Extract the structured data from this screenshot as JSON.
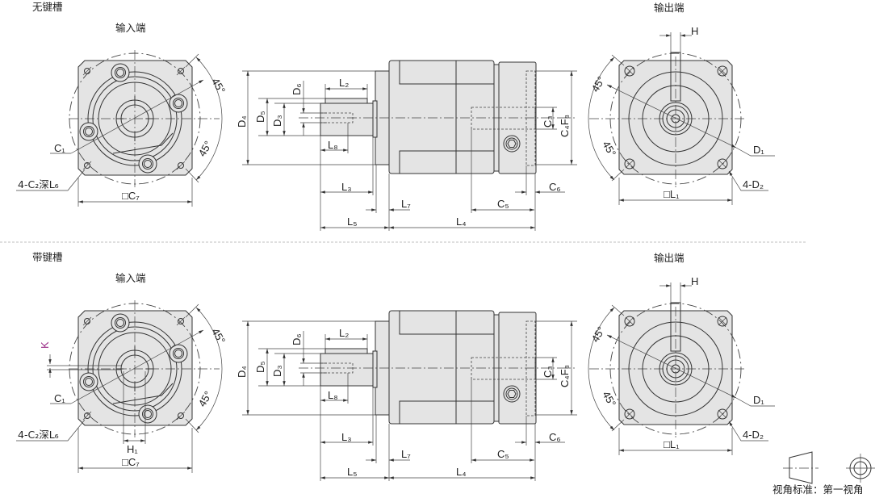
{
  "rows": [
    {
      "title": "无键槽",
      "input_end": "输入端",
      "output_end": "输出端"
    },
    {
      "title": "带键槽",
      "input_end": "输入端",
      "output_end": "输出端",
      "key_label": "K",
      "h1_label": "H₁"
    }
  ],
  "labels": {
    "angle": "45°",
    "c1": "C₁",
    "c2_depth": "4-C₂深L₆",
    "c7": "□C₇",
    "d4": "D₄",
    "d5": "D₅",
    "d3": "D₃",
    "d6": "D₆",
    "l2": "L₂",
    "l8": "L₈",
    "l3": "L₃",
    "l7": "L₇",
    "l5": "L₅",
    "l4": "L₄",
    "c5": "C₅",
    "c6": "C₆",
    "c3": "C₃",
    "c4f8": "C₄F₈",
    "h": "H",
    "d1": "D₁",
    "d2": "4-D₂",
    "l1": "□L₁"
  },
  "legend": {
    "projection": "视角标准：第一视角"
  },
  "colors": {
    "part_fill": "#e4e4e4",
    "line": "#333333",
    "key_label": "#9b2d87"
  }
}
